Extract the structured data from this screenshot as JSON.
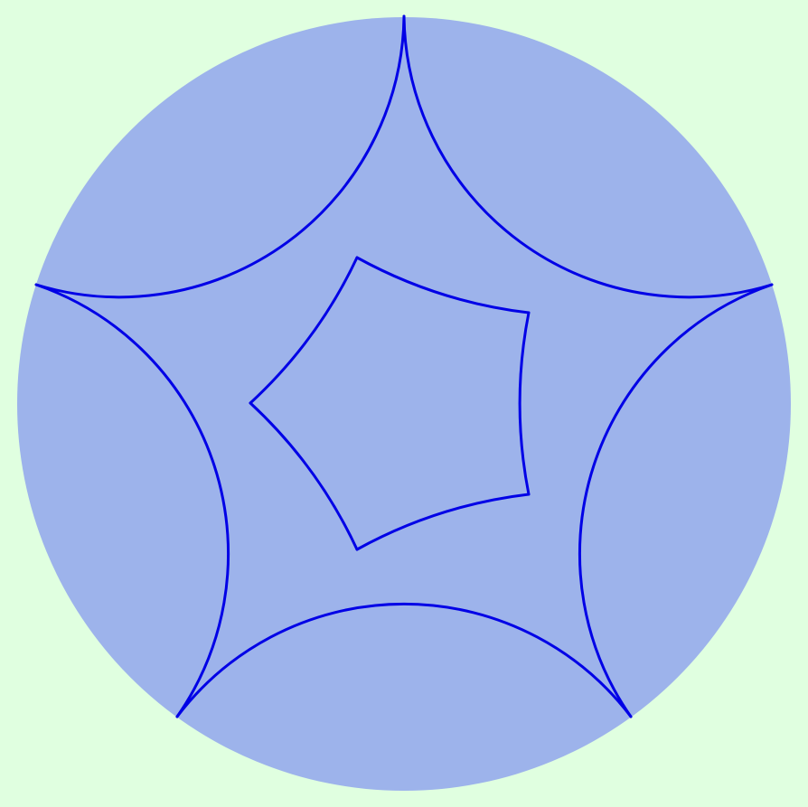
{
  "figure": {
    "description_free": true,
    "model": "poincare-disk",
    "colors": {
      "background": "#e0ffe0",
      "disk_fill": "#9db3eb",
      "line_stroke": "#0000e6"
    },
    "outer_pentagon": {
      "vertex_count": 5,
      "vertices_on_boundary": true,
      "kind": "ideal-pentagon"
    },
    "inner_pentagon": {
      "vertex_count": 5,
      "kind": "regular-hyperbolic-pentagon"
    },
    "text": []
  }
}
